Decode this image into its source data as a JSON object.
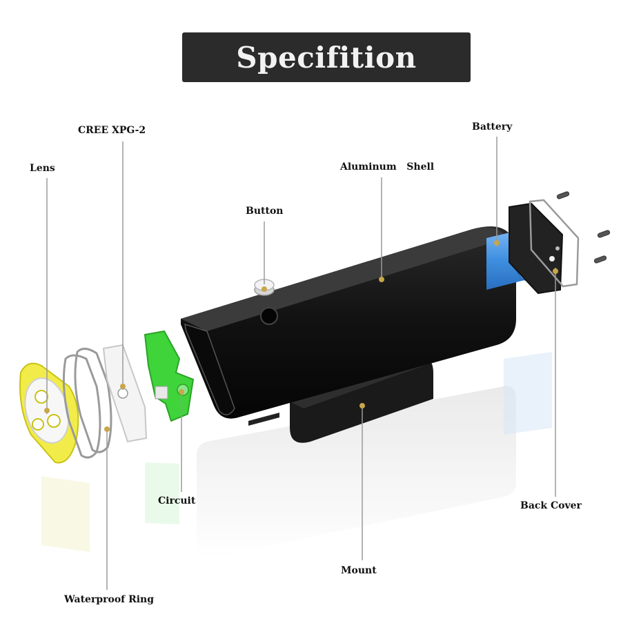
{
  "title": "Specifition",
  "labels": {
    "cree": "CREE XPG-2",
    "lens": "Lens",
    "battery": "Battery",
    "aluminum_shell": "Aluminum   Shell",
    "button": "Button",
    "circuit": "Circuit",
    "back_cover": "Back Cover",
    "mount": "Mount",
    "waterproof_ring": "Waterproof Ring"
  },
  "colors": {
    "title_bg": "#2b2b2b",
    "shell": "#141414",
    "battery": "#3f8fe0",
    "circuit": "#3fd43a",
    "lens_ring": "#e6e01a",
    "leader": "#9a9a9a",
    "dot": "#c8a64a"
  }
}
